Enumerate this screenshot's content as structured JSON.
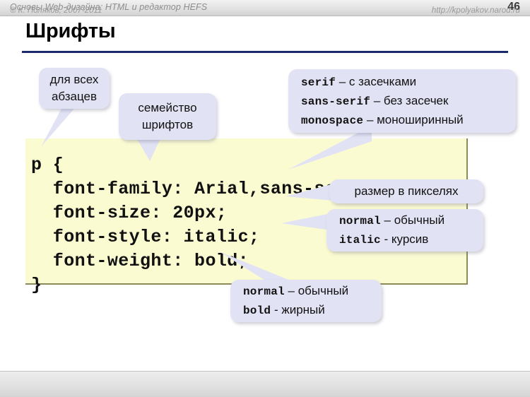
{
  "header": {
    "title": "Основы Web-дизайна: HTML и редактор HEFS",
    "page_number": "46"
  },
  "slide": {
    "title": "Шрифты",
    "rule_color": "#1b2a6b"
  },
  "code_block": {
    "background": "#fbfbd2",
    "text": "p {\n  font-family: Arial,sans-serif;\n  font-size: 20px;\n  font-style: italic;\n  font-weight: bold;\n}"
  },
  "callouts": [
    {
      "name": "for-all-paragraphs",
      "lines": [
        "для всех",
        "абзацев"
      ]
    },
    {
      "name": "font-family-meaning",
      "lines": [
        "семейство",
        "шрифтов"
      ]
    },
    {
      "name": "generic-families",
      "rows": [
        {
          "code": "serif",
          "desc": " – с засечками"
        },
        {
          "code": "sans-serif",
          "desc": " – без засечек"
        },
        {
          "code": "monospace",
          "desc": " – моноширинный"
        }
      ]
    },
    {
      "name": "size-in-pixels",
      "lines": [
        "размер в пикселях"
      ]
    },
    {
      "name": "font-style-values",
      "rows": [
        {
          "code": "normal",
          "desc": " – обычный"
        },
        {
          "code": "italic",
          "desc": " - курсив"
        }
      ]
    },
    {
      "name": "font-weight-values",
      "rows": [
        {
          "code": "normal",
          "desc": " – обычный"
        },
        {
          "code": "bold",
          "desc": " - жирный"
        }
      ]
    }
  ],
  "footer": {
    "copyright": "© К. Поляков, 2007-2011",
    "url": "http://kpolyakov.narod.ru"
  },
  "colors": {
    "bubble": "#e2e2f5",
    "code_bg": "#fbfbd2",
    "accent": "#1b2a6b"
  }
}
